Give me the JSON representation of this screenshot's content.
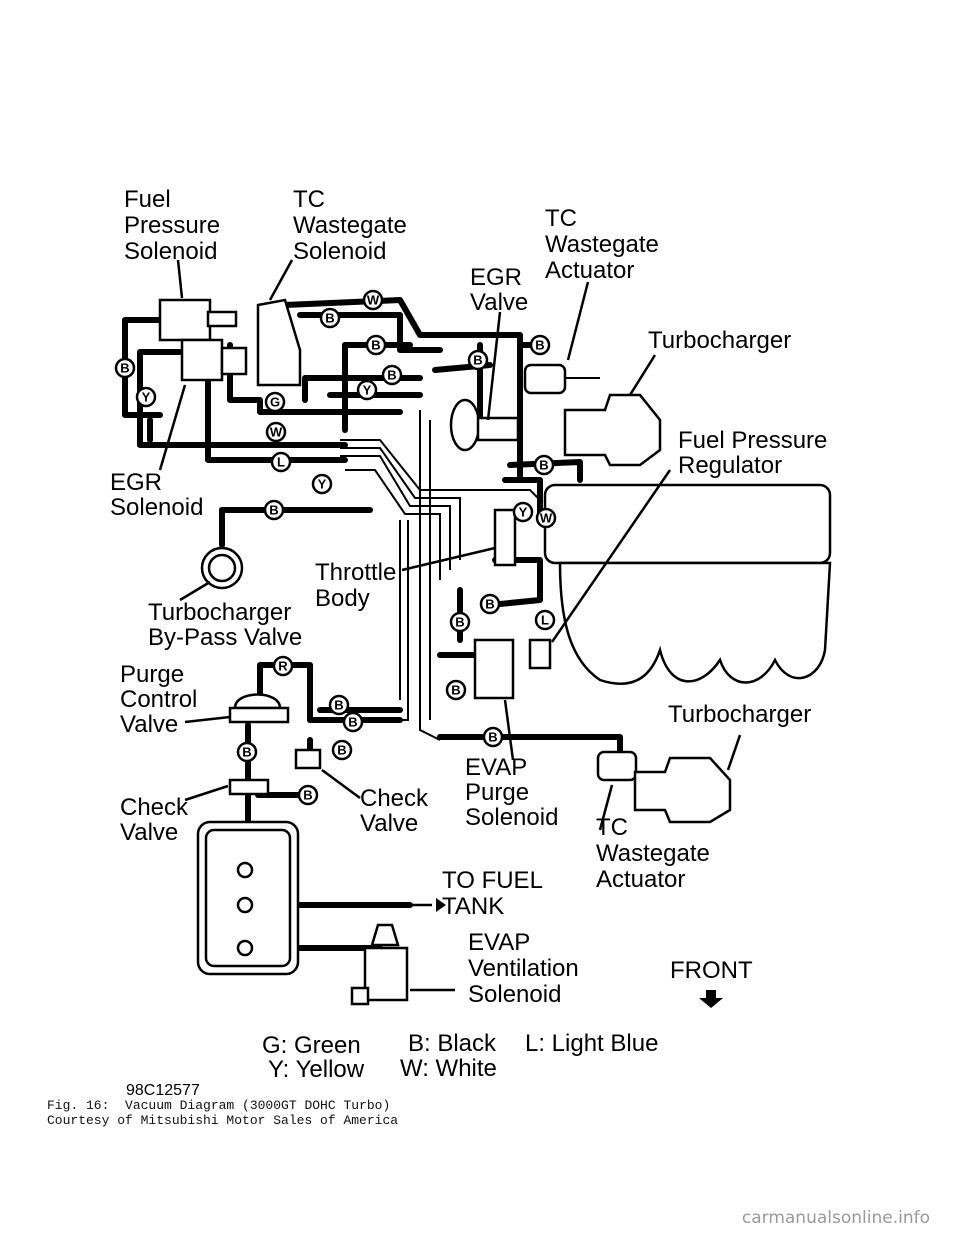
{
  "labels": {
    "fuel_pressure_solenoid": [
      "Fuel",
      "Pressure",
      "Solenoid"
    ],
    "tc_wastegate_solenoid": [
      "TC",
      "Wastegate",
      "Solenoid"
    ],
    "tc_wastegate_actuator_top": [
      "TC",
      "Wastegate",
      "Actuator"
    ],
    "egr_valve": [
      "EGR",
      "Valve"
    ],
    "turbocharger_top": "Turbocharger",
    "fuel_pressure_regulator": [
      "Fuel Pressure",
      "Regulator"
    ],
    "egr_solenoid": [
      "EGR",
      "Solenoid"
    ],
    "turbocharger_bypass_valve": [
      "Turbocharger",
      "By-Pass Valve"
    ],
    "throttle_body": [
      "Throttle",
      "Body"
    ],
    "purge_control_valve": [
      "Purge",
      "Control",
      "Valve"
    ],
    "turbocharger_bottom": "Turbocharger",
    "check_valve_left": [
      "Check",
      "Valve"
    ],
    "check_valve_right": [
      "Check",
      "Valve"
    ],
    "evap_purge_solenoid": [
      "EVAP",
      "Purge",
      "Solenoid"
    ],
    "tc_wastegate_actuator_bottom": [
      "TC",
      "Wastegate",
      "Actuator"
    ],
    "to_fuel_tank": [
      "TO FUEL",
      "TANK"
    ],
    "evap_ventilation_solenoid": [
      "EVAP",
      "Ventilation",
      "Solenoid"
    ],
    "front": "FRONT"
  },
  "legend": {
    "g": "G: Green",
    "y": "Y: Yellow",
    "b": "B: Black",
    "w": "W: White",
    "l": "L: Light Blue"
  },
  "hose_tags": {
    "b": "B",
    "w": "W",
    "y": "Y",
    "g": "G",
    "l": "L",
    "r": "R"
  },
  "figure_code": "98C12577",
  "caption": {
    "line1": "Fig. 16:  Vacuum Diagram (3000GT DOHC Turbo)",
    "line2": "Courtesy of Mitsubishi Motor Sales of America"
  },
  "watermark": "carmanualsonline.info"
}
